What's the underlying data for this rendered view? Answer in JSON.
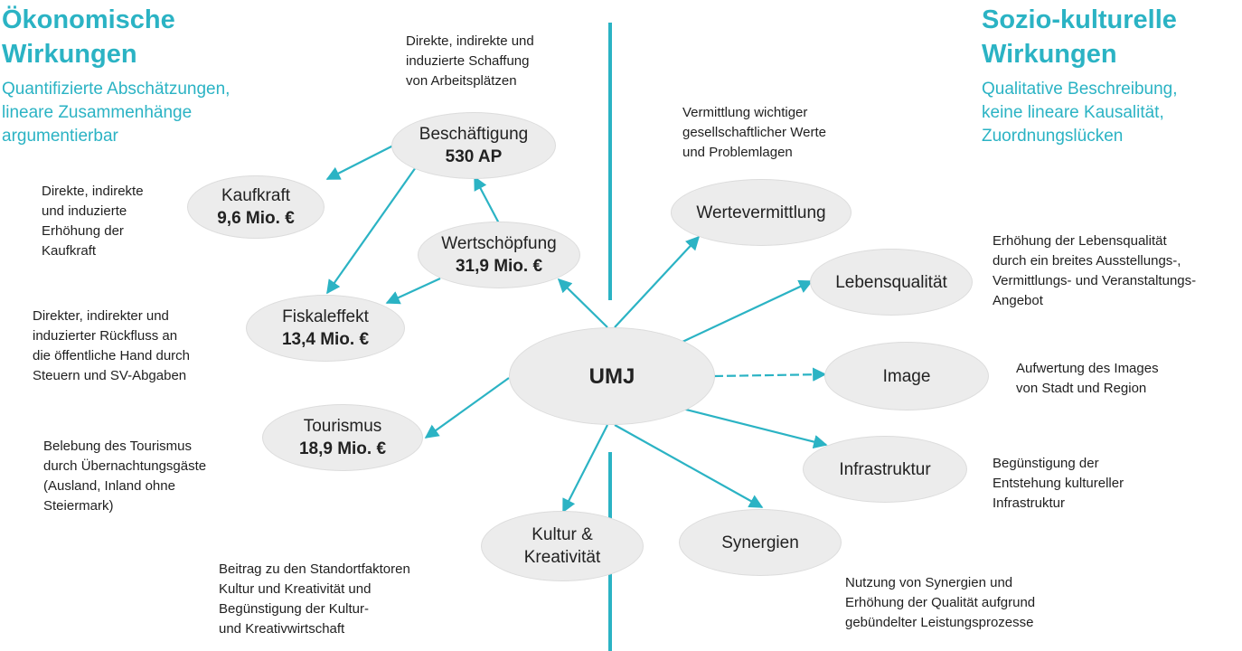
{
  "left_header": {
    "title_line1": "Ökonomische",
    "title_line2": "Wirkungen",
    "subtitle_line1": "Quantifizierte Abschätzungen,",
    "subtitle_line2": "lineare Zusammenhänge",
    "subtitle_line3": "argumentierbar"
  },
  "right_header": {
    "title_line1": "Sozio-kulturelle",
    "title_line2": "Wirkungen",
    "subtitle_line1": "Qualitative Beschreibung,",
    "subtitle_line2": "keine lineare Kausalität,",
    "subtitle_line3": "Zuordnungslücken"
  },
  "colors": {
    "accent": "#2bb3c4",
    "node_fill": "#ececec"
  },
  "center": {
    "label": "UMJ"
  },
  "nodes": {
    "beschaeftigung": {
      "label": "Beschäftigung",
      "value": "530 AP"
    },
    "kaufkraft": {
      "label": "Kaufkraft",
      "value": "9,6 Mio. €"
    },
    "wertschoepfung": {
      "label": "Wertschöpfung",
      "value": "31,9 Mio. €"
    },
    "fiskaleffekt": {
      "label": "Fiskaleffekt",
      "value": "13,4 Mio. €"
    },
    "tourismus": {
      "label": "Tourismus",
      "value": "18,9 Mio. €"
    },
    "kultur": {
      "label_line1": "Kultur &",
      "label_line2": "Kreativität"
    },
    "wertevermittlung": {
      "label": "Wertevermittlung"
    },
    "lebensqualitaet": {
      "label": "Lebensqualität"
    },
    "image": {
      "label": "Image"
    },
    "infrastruktur": {
      "label": "Infrastruktur"
    },
    "synergien": {
      "label": "Synergien"
    }
  },
  "notes": {
    "beschaeftigung": [
      "Direkte, indirekte und",
      "induzierte Schaffung",
      "von Arbeitsplätzen"
    ],
    "kaufkraft": [
      "Direkte, indirekte",
      "und induzierte",
      "Erhöhung der",
      "Kaufkraft"
    ],
    "fiskaleffekt": [
      "Direkter, indirekter und",
      "induzierter Rückfluss an",
      "die öffentliche Hand durch",
      "Steuern und SV-Abgaben"
    ],
    "tourismus": [
      "Belebung des Tourismus",
      "durch Übernachtungsgäste",
      "(Ausland, Inland ohne",
      "Steiermark)"
    ],
    "kultur": [
      "Beitrag zu den Standortfaktoren",
      "Kultur und Kreativität und",
      "Begünstigung der Kultur-",
      "und Kreativwirtschaft"
    ],
    "wertevermittlung": [
      "Vermittlung wichtiger",
      "gesellschaftlicher Werte",
      "und Problemlagen"
    ],
    "lebensqualitaet": [
      "Erhöhung der Lebensqualität",
      "durch ein breites Ausstellungs-,",
      "Vermittlungs- und Veranstaltungs-",
      "Angebot"
    ],
    "image": [
      "Aufwertung des Images",
      "von Stadt und Region"
    ],
    "infrastruktur": [
      "Begünstigung der",
      "Entstehung kultureller",
      "Infrastruktur"
    ],
    "synergien": [
      "Nutzung von Synergien und",
      "Erhöhung der Qualität aufgrund",
      "gebündelter Leistungsprozesse"
    ]
  }
}
